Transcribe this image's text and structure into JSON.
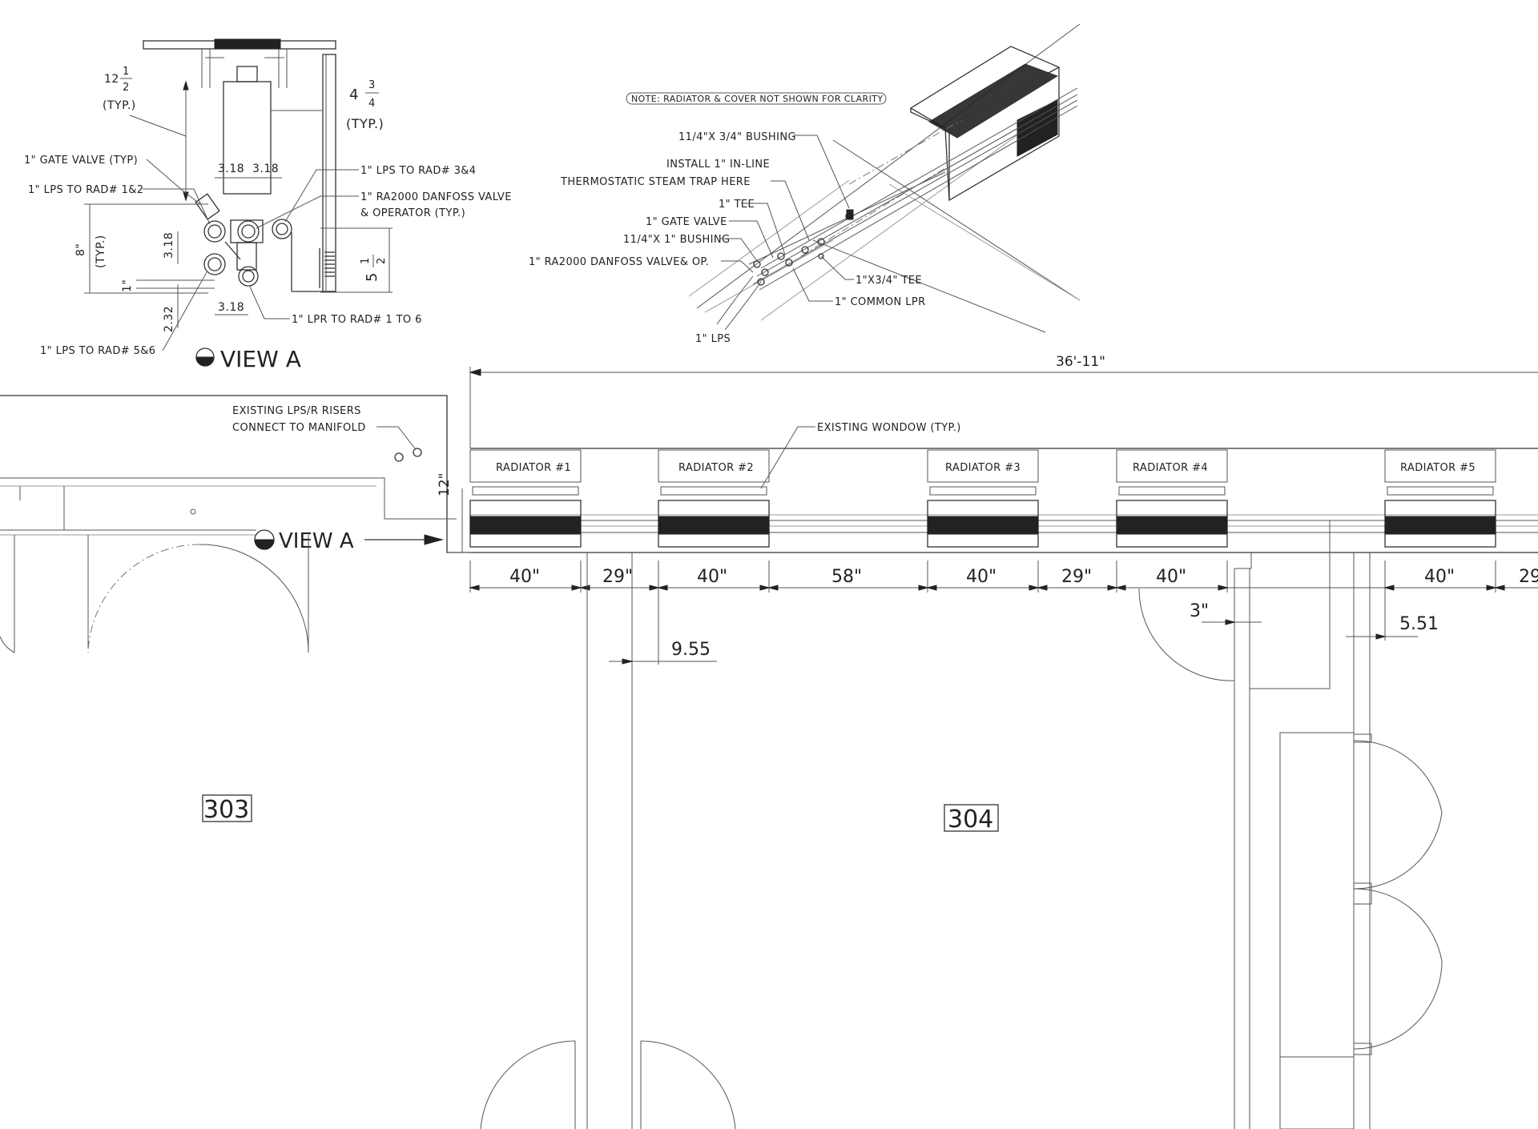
{
  "view_a_detail": {
    "dim_top_value": "12",
    "dim_top_frac_num": "1",
    "dim_top_frac_den": "2",
    "dim_top_typ": "(TYP.)",
    "dim_right_value": "4",
    "dim_right_frac_num": "3",
    "dim_right_frac_den": "4",
    "dim_right_typ": "(TYP.)",
    "gate_valve": "1\" GATE VALVE (TYP)",
    "lps_rad_1_2": "1\" LPS TO RAD# 1&2",
    "lps_rad_3_4": "1\" LPS TO RAD# 3&4",
    "danfoss_valve_1": "1\" RA2000 DANFOSS VALVE",
    "danfoss_valve_2": "& OPERATOR (TYP.)",
    "dim_318_a": "3.18",
    "dim_318_b": "3.18",
    "dim_318_c": "3.18",
    "dim_318_d": "3.18",
    "dim_8": "8\"",
    "dim_8_typ": "(TYP.)",
    "dim_1": "1\"",
    "dim_232": "2.32",
    "dim_5_value": "5",
    "dim_5_frac_num": "1",
    "dim_5_frac_den": "2",
    "lpr_rad_1_6": "1\" LPR TO RAD# 1 TO 6",
    "lps_rad_5_6": "1\" LPS TO RAD# 5&6",
    "view_title": "VIEW A"
  },
  "iso_detail": {
    "note": "NOTE: RADIATOR & COVER NOT SHOWN FOR CLARITY",
    "bushing_1": "11/4\"X 3/4\" BUSHING",
    "trap_1": "INSTALL 1\" IN-LINE",
    "trap_2": "THERMOSTATIC STEAM TRAP HERE",
    "tee": "1\" TEE",
    "gate_valve": "1\" GATE VALVE",
    "bushing_2": "11/4\"X 1\" BUSHING",
    "danfoss": "1\" RA2000 DANFOSS VALVE& OP.",
    "tee_2": "1\"X3/4\" TEE",
    "common_lpr": "1\" COMMON LPR",
    "lps": "1\" LPS"
  },
  "plan": {
    "overall_dim": "36'-11\"",
    "risers_1": "EXISTING LPS/R RISERS",
    "risers_2": "CONNECT TO MANIFOLD",
    "window_note": "EXISTING WONDOW (TYP.)",
    "radiators": [
      "RADIATOR #1",
      "RADIATOR #2",
      "RADIATOR #3",
      "RADIATOR #4",
      "RADIATOR #5"
    ],
    "dim_12": "12\"",
    "view_a_ref": "VIEW A",
    "spacing_dims": [
      "40\"",
      "29\"",
      "40\"",
      "58\"",
      "40\"",
      "29\"",
      "40\"",
      "40\"",
      "29"
    ],
    "dim_955": "9.55",
    "dim_3": "3\"",
    "dim_551": "5.51",
    "room_303": "303",
    "room_304": "304"
  }
}
